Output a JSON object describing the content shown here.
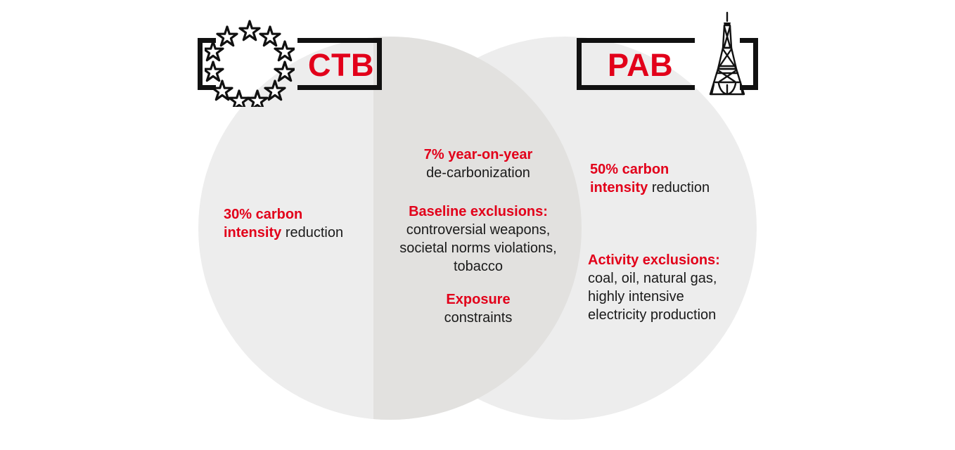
{
  "diagram": {
    "type": "venn",
    "background_color": "#ffffff",
    "circle_color": "#ededed",
    "overlap_color": "#e2e1df",
    "accent_color": "#e2001a",
    "text_color": "#1a1a1a"
  },
  "left_badge": {
    "label": "CTB",
    "emblem": "eu-stars-icon",
    "star_count": 12
  },
  "right_badge": {
    "label": "PAB",
    "emblem": "eiffel-tower-icon"
  },
  "left_circle": {
    "items": [
      {
        "highlight": "30% carbon",
        "normal_prefix": "intensity",
        "normal_suffix": " reduction"
      }
    ],
    "line1_highlight": "30% carbon",
    "line2_highlight": "intensity",
    "line2_normal": "reduction"
  },
  "right_circle": {
    "top": {
      "line1_highlight": "50% carbon",
      "line2_highlight": "intensity",
      "line2_normal": "reduction"
    },
    "bottom": {
      "heading": "Activity exclusions:",
      "line1": "coal, oil, natural gas,",
      "line2": "highly intensive",
      "line3": "electricity production"
    }
  },
  "overlap": {
    "group1": {
      "highlight": "7% year-on-year",
      "normal": "de-carbonization"
    },
    "group2": {
      "heading": "Baseline exclusions:",
      "line1": "controversial weapons,",
      "line2": "societal norms violations,",
      "line3": "tobacco"
    },
    "group3": {
      "highlight": "Exposure",
      "normal": "constraints"
    }
  }
}
